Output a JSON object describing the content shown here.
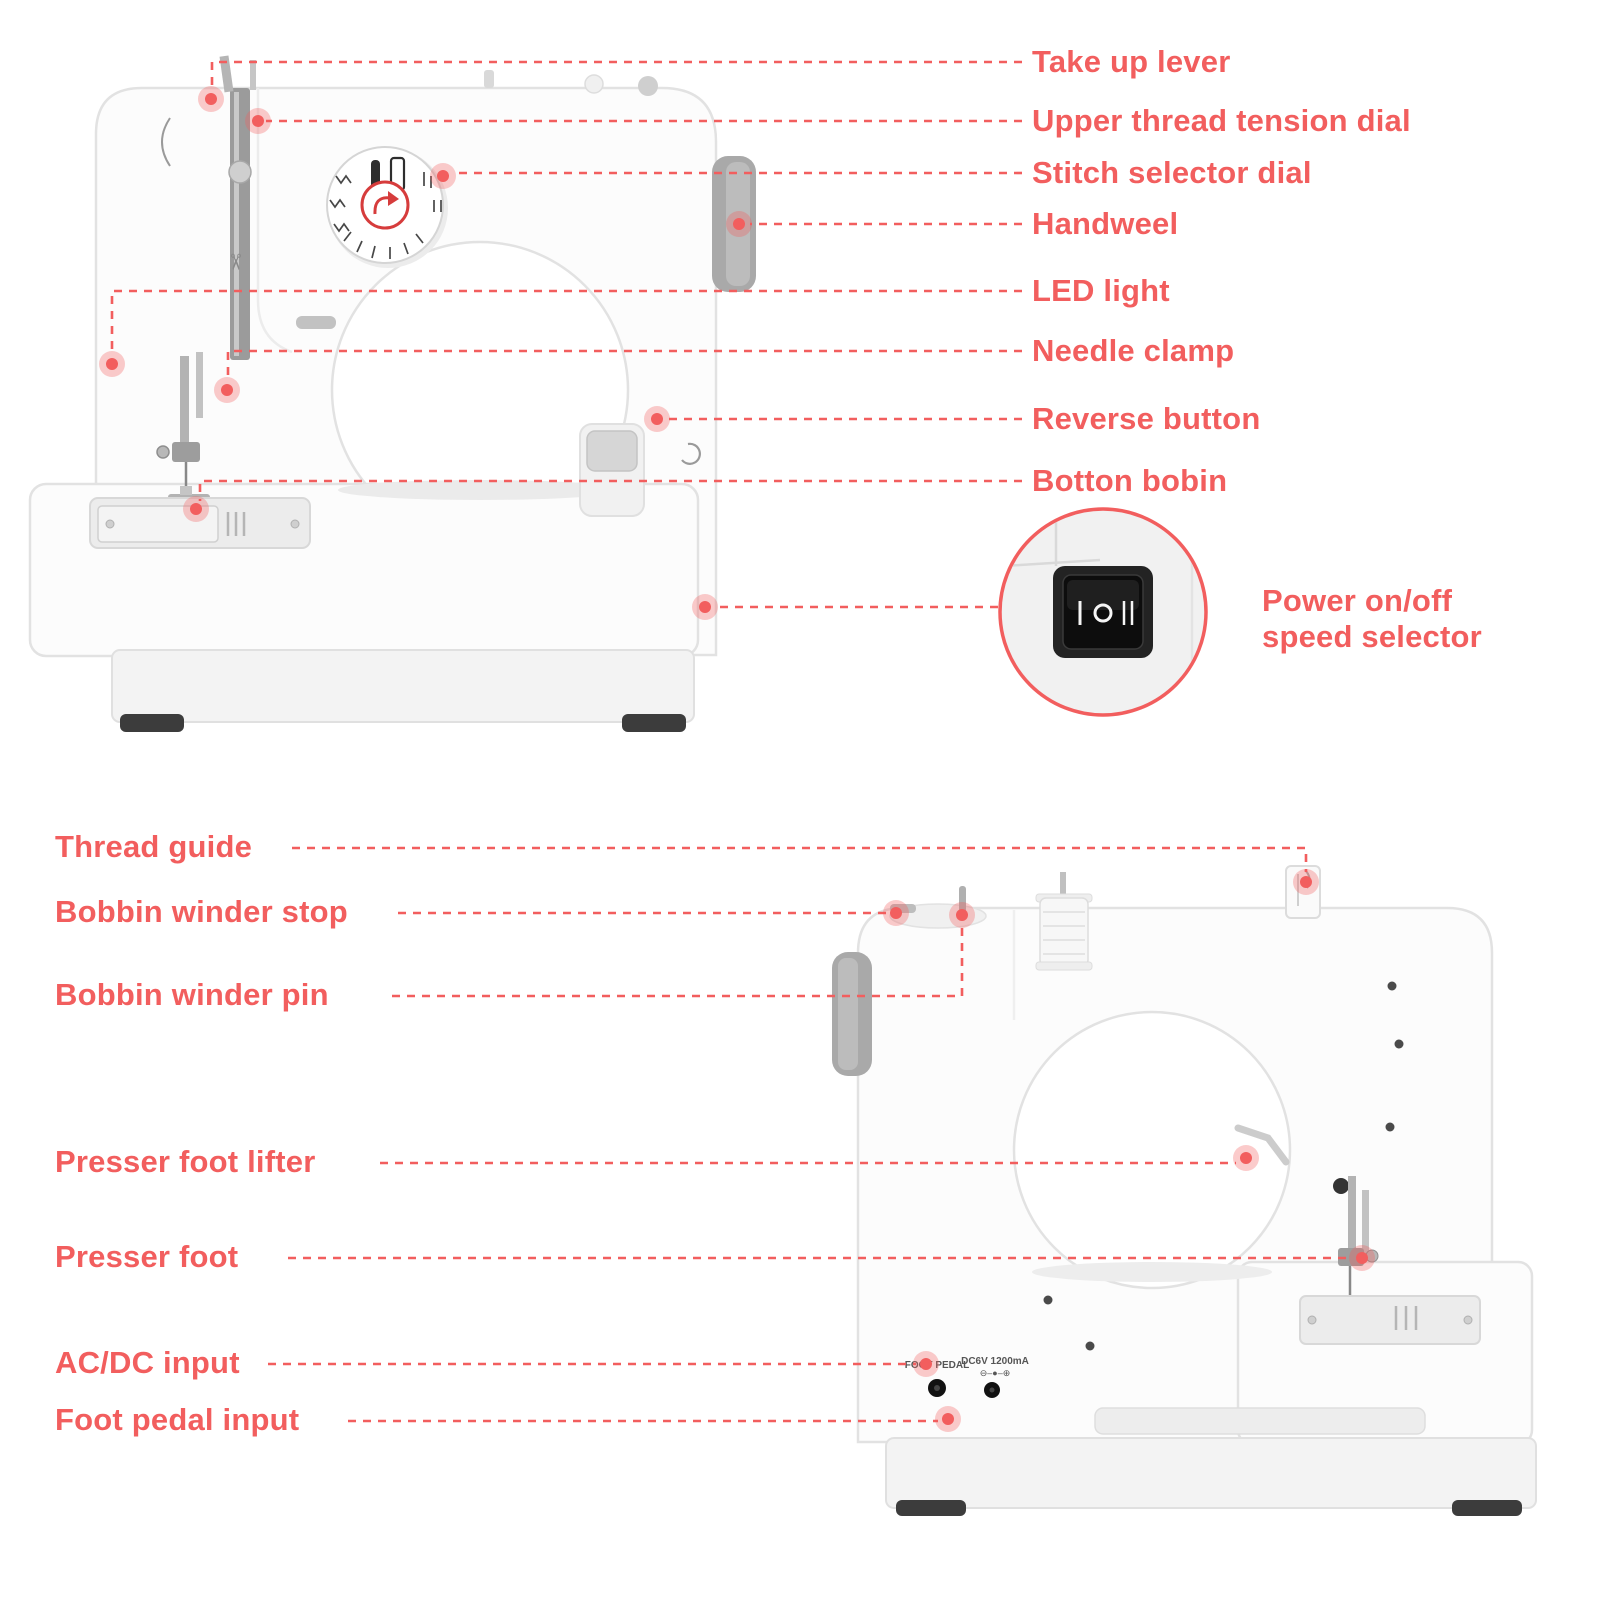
{
  "colors": {
    "accent": "#f25e5e",
    "machine_body": "#fcfcfc",
    "switch_black": "#1a1a1a"
  },
  "front_view": {
    "name": "sewing machine front view",
    "labels": [
      "Take up lever",
      "Upper thread tension dial",
      "Stitch selector dial",
      "Handweel",
      "LED light",
      "Needle clamp",
      "Reverse button",
      "Botton bobin"
    ],
    "power_label": {
      "line1": "Power on/off",
      "line2": "speed selector"
    },
    "power_switch_marks": "I O II",
    "icons": {
      "scissors": "✂"
    }
  },
  "back_view": {
    "name": "sewing machine back view",
    "labels": [
      "Thread guide",
      "Bobbin winder stop",
      "Bobbin winder pin",
      "Presser foot lifter",
      "Presser foot",
      "AC/DC input",
      "Foot pedal input"
    ],
    "port_labels": {
      "foot_pedal": "FOOT PEDAL",
      "dc_rating": "DC6V 1200mA",
      "polarity": "⊖–●–⊕"
    }
  }
}
